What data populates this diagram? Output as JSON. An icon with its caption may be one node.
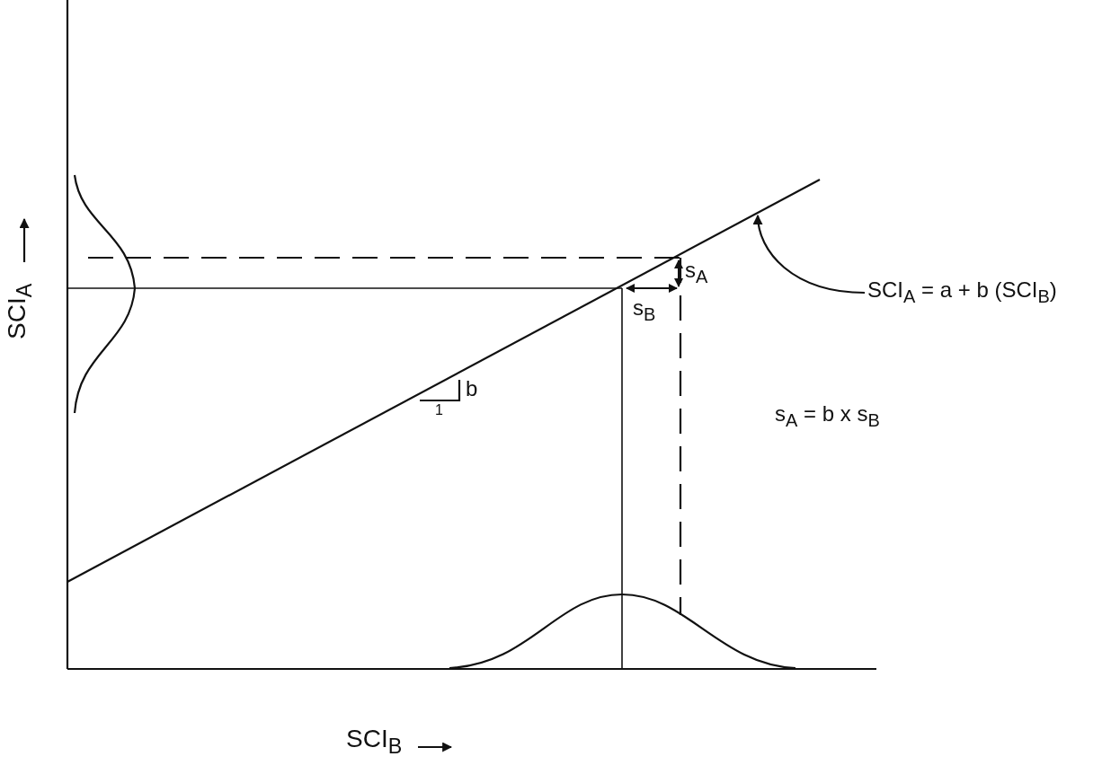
{
  "diagram": {
    "nodes": [
      {
        "text": [
          "SCI$_{A}$ = a + b (SCI$_{B}$)"
        ]
      },
      {
        "text": [],
        "shape": "line"
      }
    ],
    "edges": [
      {
        "from": 0,
        "to": 1,
        "arrow": "to"
      }
    ],
    "labels": [
      "s$_{A}$",
      "SCI$_{A}$",
      "s$_{B}$",
      "b",
      "1",
      "s$_{A}$ = b x s$_{B}$",
      "SCI$_{B}$"
    ]
  }
}
